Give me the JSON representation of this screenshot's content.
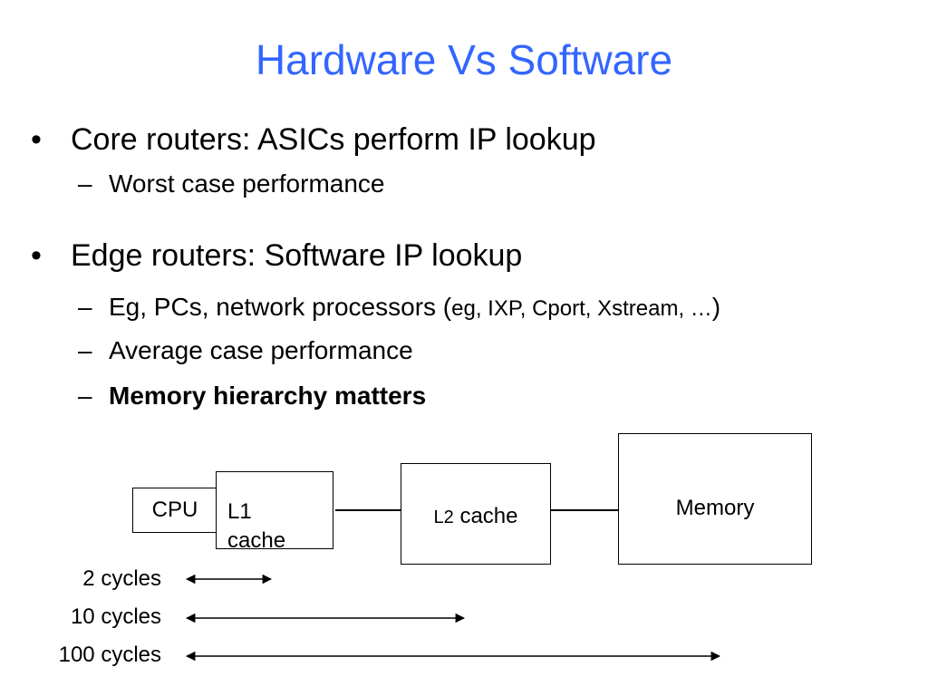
{
  "slide": {
    "title": "Hardware Vs Software",
    "bullet_glyph": "•",
    "dash_glyph": "–",
    "bullets": [
      {
        "text": "Core routers:  ASICs perform IP lookup",
        "subs": [
          {
            "text": "Worst case performance"
          }
        ]
      },
      {
        "text": "Edge routers:  Software IP lookup",
        "subs": [
          {
            "text": "Eg, PCs, network processors (",
            "small": "eg, IXP, Cport, Xstream, …",
            "end": ")"
          },
          {
            "text": "Average case performance"
          },
          {
            "text": "Memory hierarchy matters"
          }
        ]
      }
    ]
  },
  "diagram": {
    "cpu": "CPU",
    "l1": "L1 cache",
    "l2_prefix": "L2",
    "l2_suffix": "cache",
    "memory": "Memory",
    "latencies": [
      {
        "label": "2 cycles"
      },
      {
        "label": "10 cycles"
      },
      {
        "label": "100 cycles"
      }
    ]
  }
}
